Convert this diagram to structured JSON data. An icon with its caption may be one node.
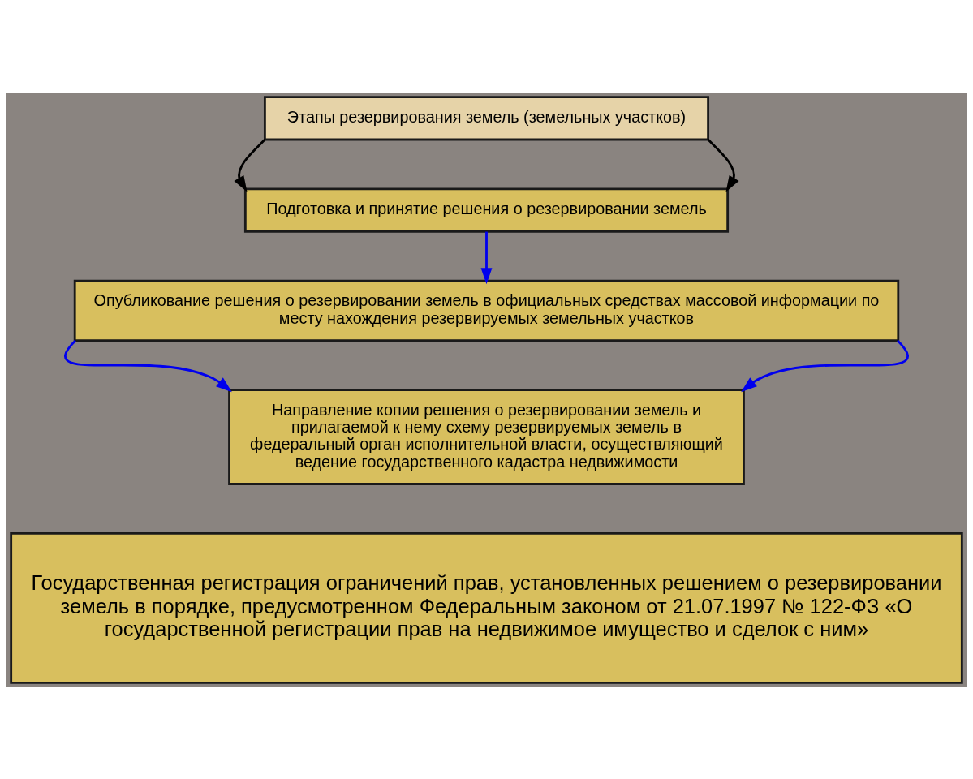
{
  "diagram": {
    "nodes": [
      {
        "text": [
          "Этапы резервирования земель (земельных участков)"
        ]
      },
      {
        "text": [
          "Подготовка и принятие решения о резервировании земель"
        ]
      },
      {
        "text": [
          "Опубликование решения о резервировании земель в официальных средствах массовой информации по месту нахождения резервируемых земельных участков"
        ]
      },
      {
        "text": [
          "Направление копии решения о резервировании земель и прилагаемой к нему схему резервируемых земель в федеральный орган исполнительной власти, осуществляющий ведение государственного кадастра недвижимости"
        ]
      },
      {
        "text": [
          "Государственная регистрация ограничений прав, установленных решением о резервировании земель в порядке, предусмотренном Федеральным законом от 21.07.1997 № 122-ФЗ «О государственной регистрации прав на недвижимое имущество и сделок с ним»"
        ]
      }
    ],
    "edges": [
      {
        "from": 0,
        "to": 1,
        "arrow": "to",
        "color": "#000000"
      },
      {
        "from": 0,
        "to": 1,
        "arrow": "to",
        "color": "#000000"
      },
      {
        "from": 1,
        "to": 2,
        "arrow": "to"
      },
      {
        "from": 2,
        "to": 3,
        "arrow": "to"
      },
      {
        "from": 2,
        "to": 3,
        "arrow": "to"
      }
    ]
  }
}
